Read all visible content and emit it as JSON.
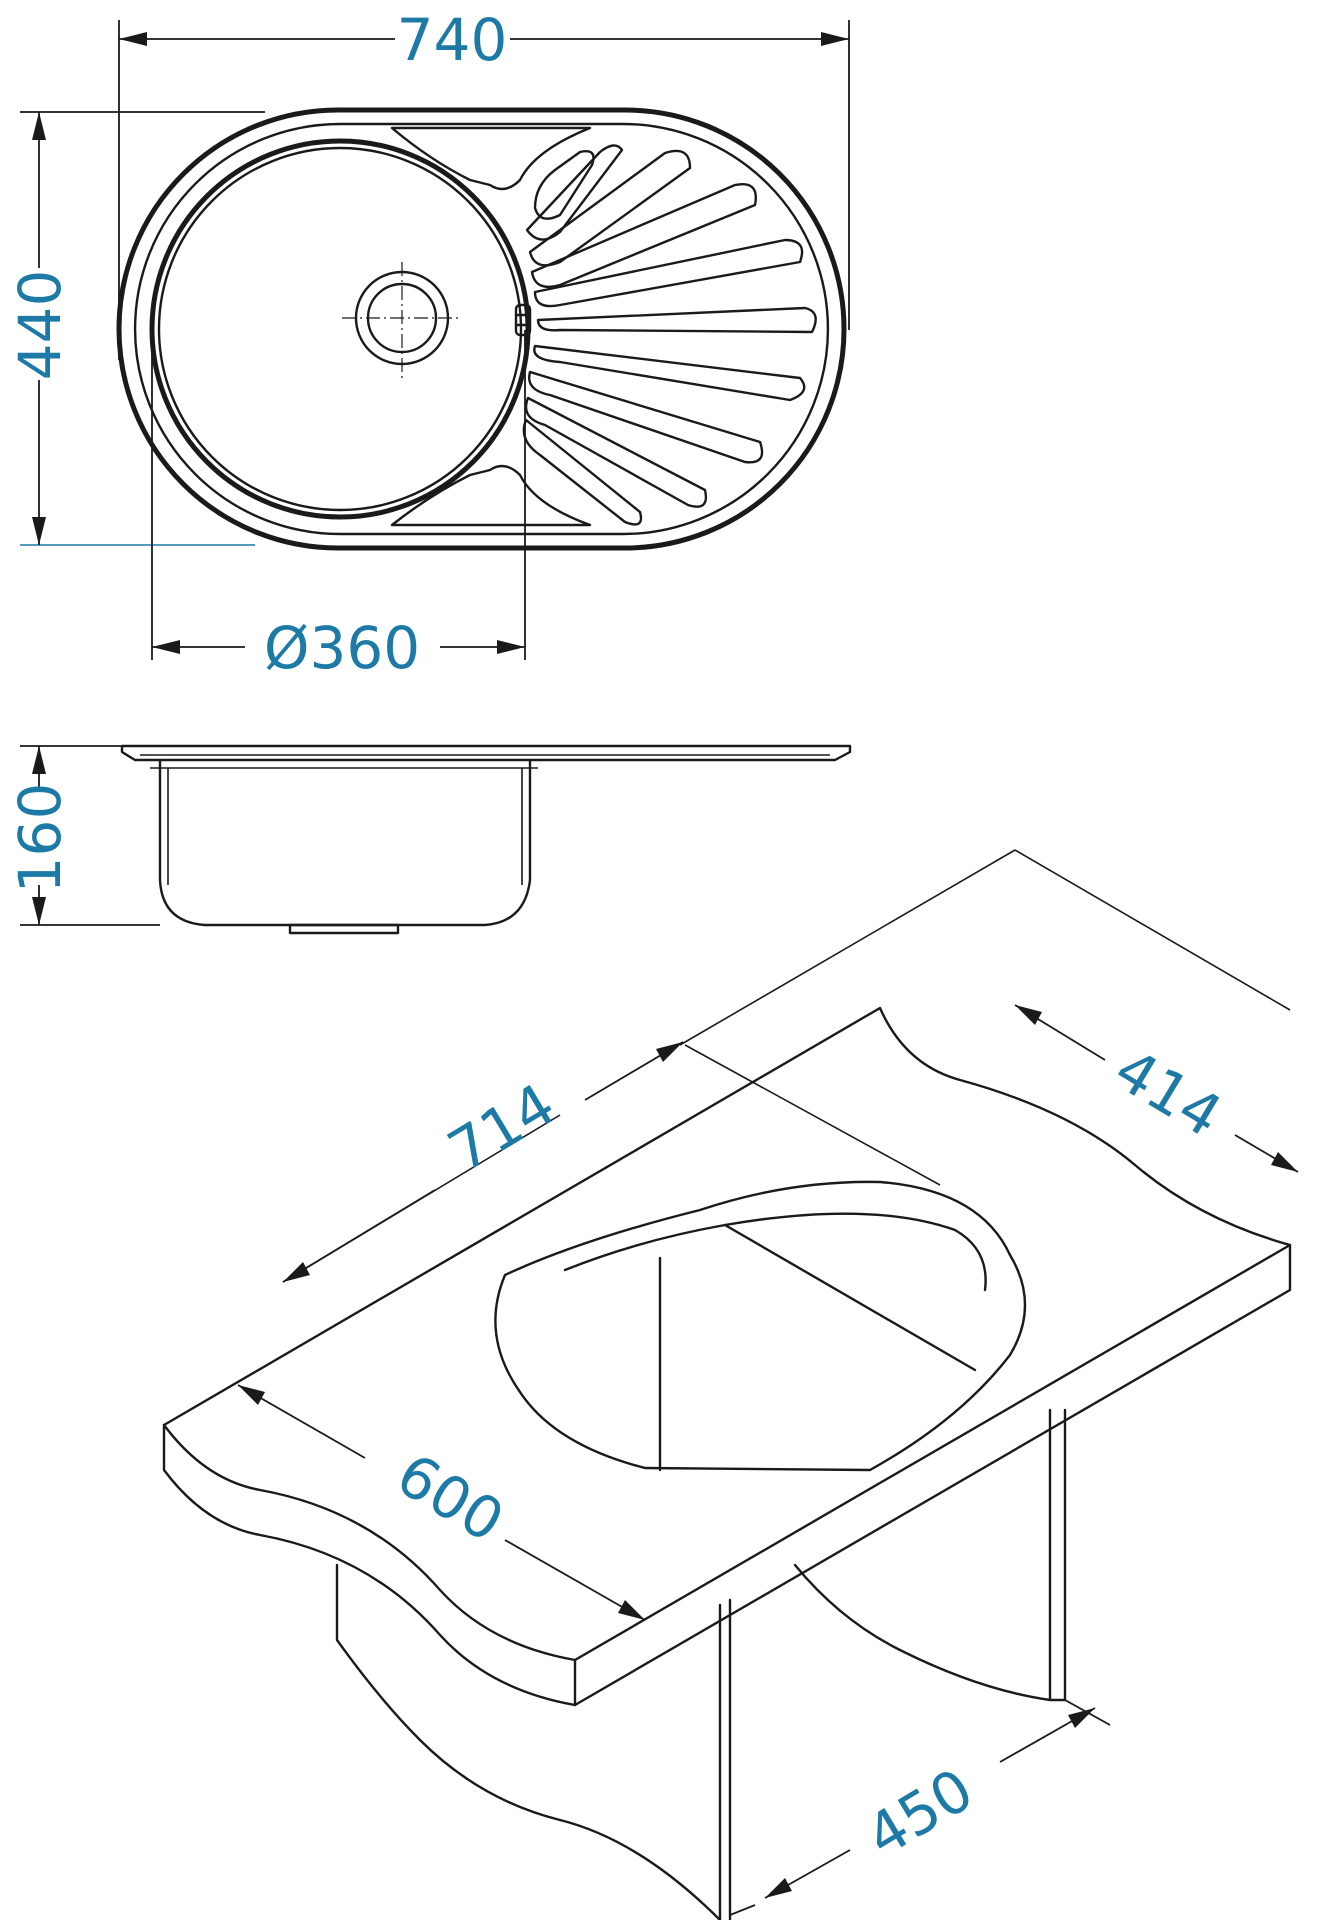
{
  "dimensions": {
    "width_top": "740",
    "depth_top": "440",
    "bowl_diameter": "Ø360",
    "bowl_depth": "160",
    "cutout_length": "714",
    "cutout_width": "414",
    "countertop_depth": "600",
    "cabinet_width": "450"
  },
  "colors": {
    "dimension_text": "#1d7aa6",
    "outline": "#1a1a1a"
  }
}
